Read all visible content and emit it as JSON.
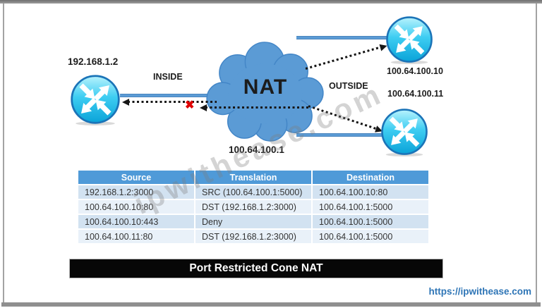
{
  "colors": {
    "cloud_blue": "#5B9BD5",
    "connector_blue": "#5B9BD5",
    "router_cyan": "#2FC9F0",
    "router_border": "#1B74B8",
    "table_header_bg": "#4F9AD8",
    "table_row_odd_bg": "#D2E2F1",
    "table_row_even_bg": "#E9F1F9",
    "banner_bg": "#070707",
    "url_blue": "#2E75B6",
    "blocked_red": "#E00202",
    "watermark_gray": "#7E7E7E"
  },
  "diagram": {
    "nat_label": "NAT",
    "nat_public_ip": "100.64.100.1",
    "inside_label": "INSIDE",
    "outside_label": "OUTSIDE",
    "inside_router_ip": "192.168.1.2",
    "outside_router1_ip": "100.64.100.10",
    "outside_router2_ip": "100.64.100.11",
    "blocked_marker": "✖"
  },
  "table": {
    "headers": [
      "Source",
      "Translation",
      "Destination"
    ],
    "rows": [
      [
        "192.168.1.2:3000",
        "SRC (100.64.100.1:5000)",
        "100.64.100.10:80"
      ],
      [
        "100.64.100.10:80",
        "DST (192.168.1.2:3000)",
        "100.64.100.1:5000"
      ],
      [
        "100.64.100.10:443",
        "Deny",
        "100.64.100.1:5000"
      ],
      [
        "100.64.100.11:80",
        "DST (192.168.1.2:3000)",
        "100.64.100.1:5000"
      ]
    ]
  },
  "banner": {
    "title": "Port Restricted Cone NAT"
  },
  "footer": {
    "url_text": "https://ipwithease.com"
  },
  "watermark": {
    "text": "ipwithease.com"
  }
}
